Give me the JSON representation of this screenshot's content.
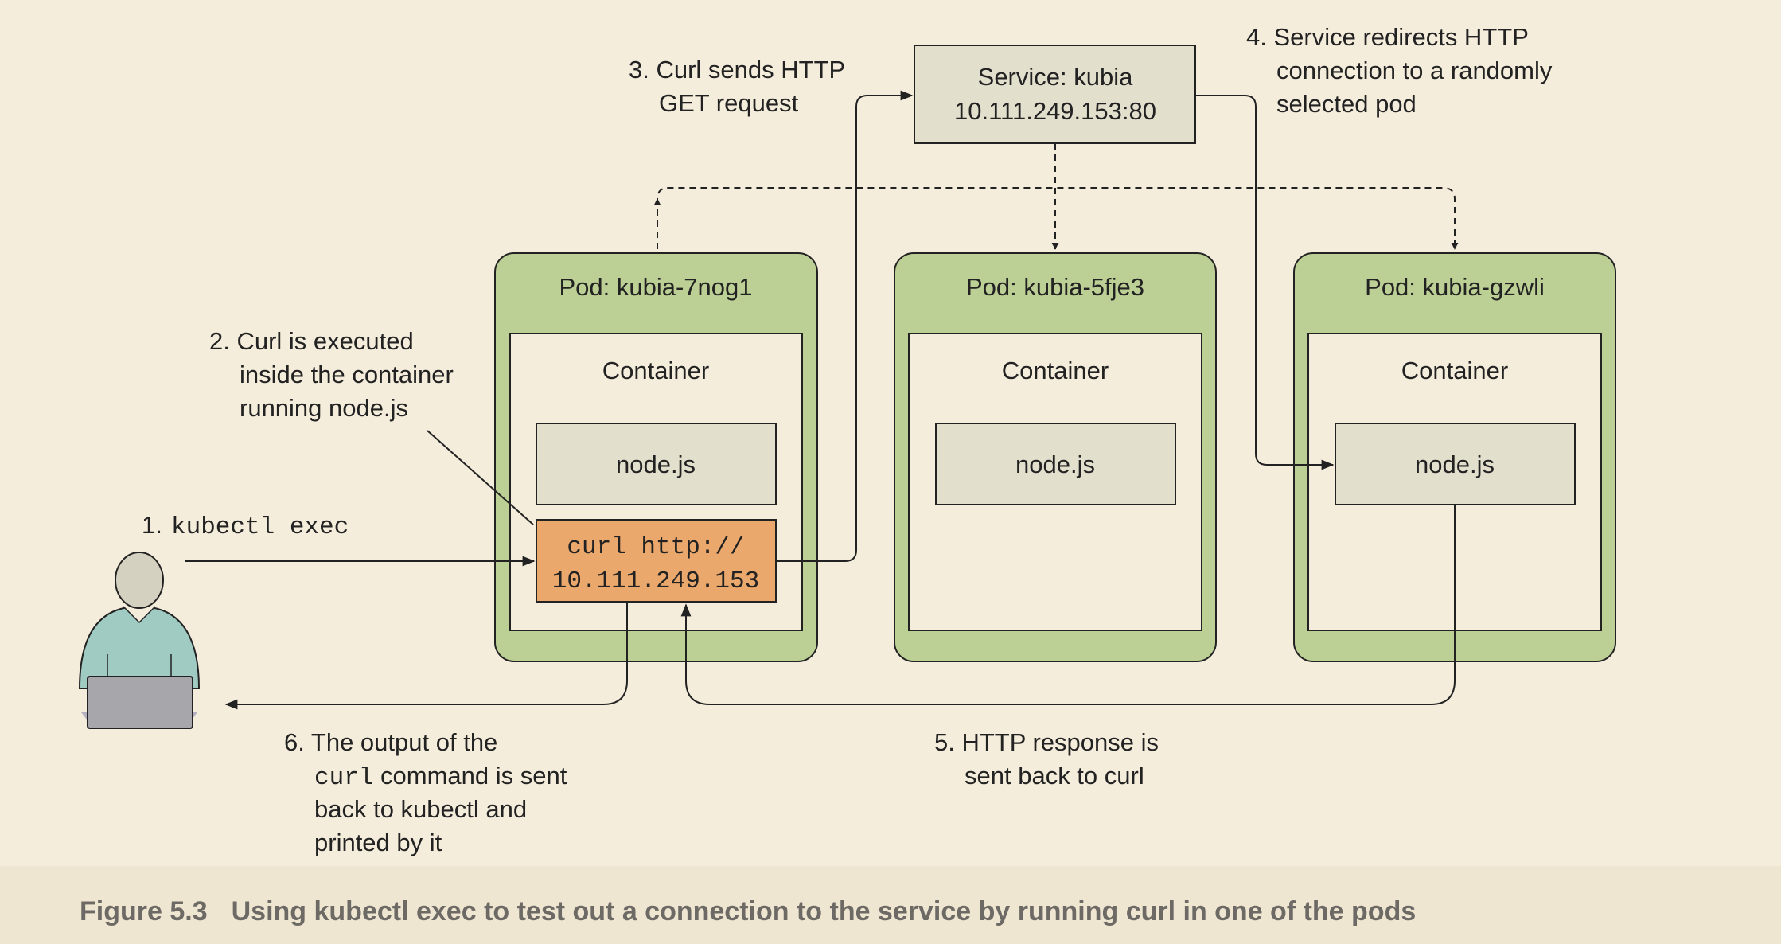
{
  "service": {
    "title": "Service: kubia",
    "address": "10.111.249.153:80"
  },
  "pods": [
    {
      "title": "Pod: kubia-7nog1",
      "container": "Container",
      "app": "node.js"
    },
    {
      "title": "Pod: kubia-5fje3",
      "container": "Container",
      "app": "node.js"
    },
    {
      "title": "Pod: kubia-gzwli",
      "container": "Container",
      "app": "node.js"
    }
  ],
  "curl_box": {
    "line1": "curl http://",
    "line2": "10.111.249.153"
  },
  "steps": {
    "s1": {
      "num": "1.",
      "code": "kubectl exec"
    },
    "s2": {
      "line1": "2. Curl is executed",
      "line2": "inside the container",
      "line3": "running node.js"
    },
    "s3": {
      "line1": "3. Curl sends HTTP",
      "line2": "GET request"
    },
    "s4": {
      "line1": "4. Service redirects HTTP",
      "line2": "connection to a randomly",
      "line3": "selected pod"
    },
    "s5": {
      "line1": "5. HTTP response is",
      "line2": "sent back to curl"
    },
    "s6": {
      "line1": "6. The output of the",
      "line2_code": "curl",
      "line2_text": " command is sent",
      "line3": "back to kubectl and",
      "line4": "printed by it"
    }
  },
  "caption": {
    "label": "Figure 5.3",
    "text": "Using kubectl exec to test out a connection to the service by running curl in one of the pods"
  },
  "colors": {
    "background": "#f5eddc",
    "pod_fill": "#bccf95",
    "service_fill": "#e3dfcd",
    "node_fill": "#e3dfcd",
    "curl_fill": "#eaa86c",
    "person_body": "#9fcbc2",
    "person_head": "#d5d1c0",
    "laptop": "#a6a6ab"
  }
}
